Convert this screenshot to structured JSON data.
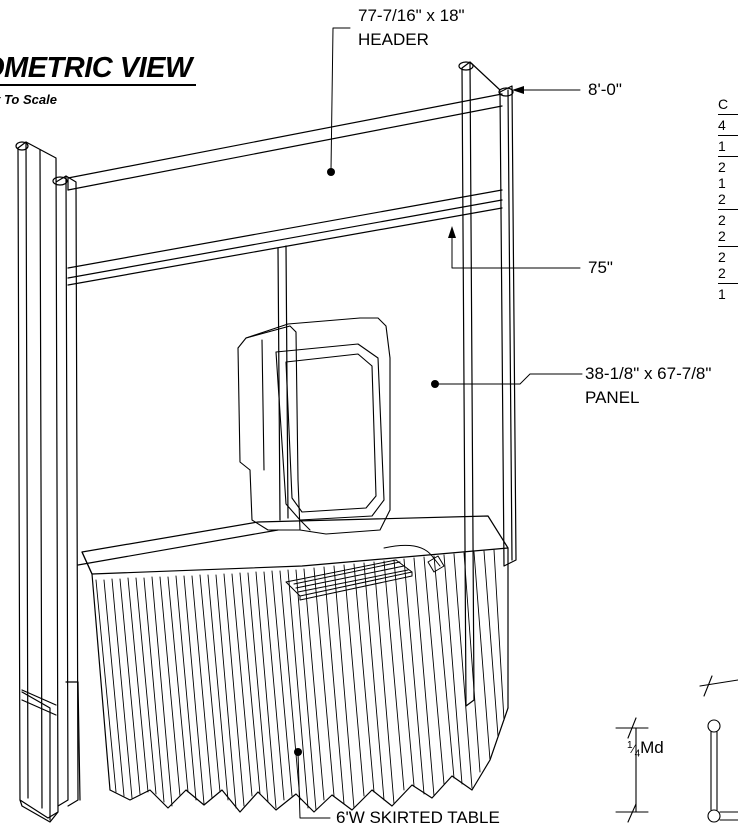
{
  "view": {
    "title": "OMETRIC VIEW",
    "subtitle": "t To Scale"
  },
  "callouts": {
    "header_size": "77-7/16\" x 18\"",
    "header_name": "HEADER",
    "height_total": "8'-0\"",
    "height_frame": "75\"",
    "panel_size": "38-1/8\" x 67-7/8\"",
    "panel_name": "PANEL",
    "table": "6'W SKIRTED TABLE"
  },
  "side_table": {
    "rows": [
      "C",
      "4",
      "1",
      "2",
      "1",
      "2",
      "2",
      "2",
      "2",
      "2",
      "1"
    ]
  },
  "detail": {
    "numerator": "1",
    "denominator": "4",
    "suffix": "Md"
  }
}
